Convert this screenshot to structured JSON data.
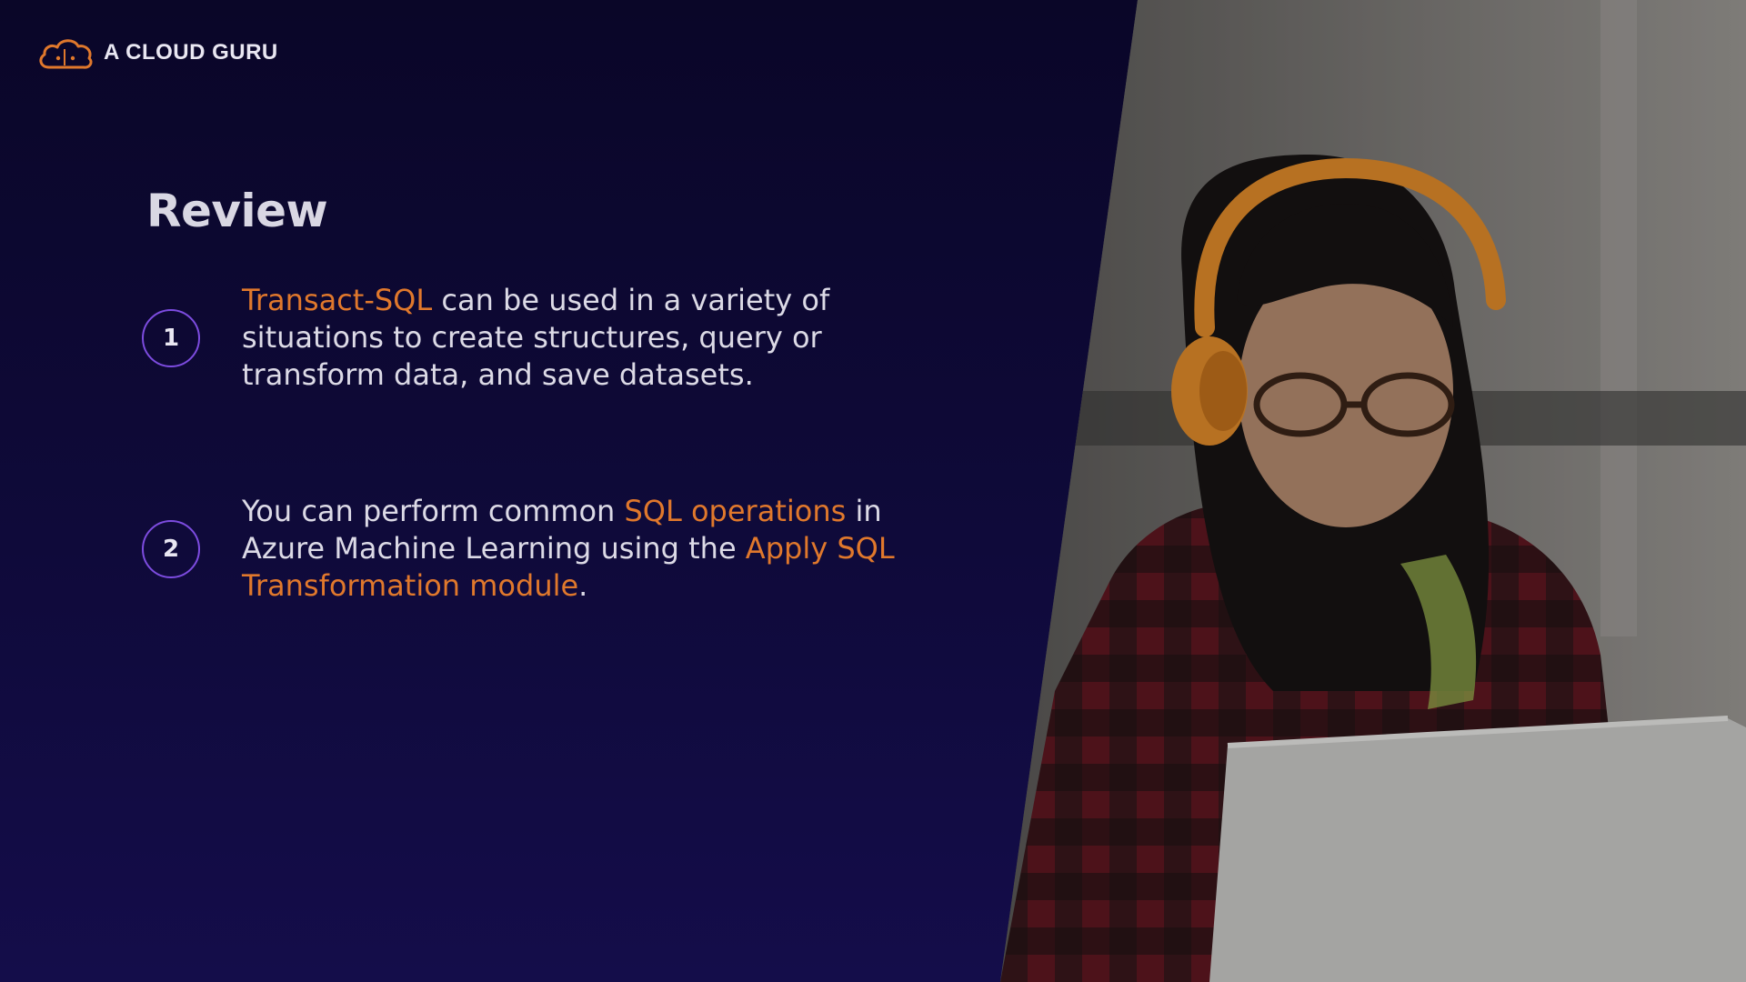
{
  "brand": {
    "name": "A CLOUD GURU",
    "icon": "cloud-logo-icon",
    "accent": "#e0782c"
  },
  "title": "Review",
  "points": [
    {
      "number": "1",
      "segments": [
        {
          "text": "Transact-SQL",
          "highlight": true
        },
        {
          "text": " can be used in a variety of situations to create structures, query or transform data, and save datasets.",
          "highlight": false
        }
      ]
    },
    {
      "number": "2",
      "segments": [
        {
          "text": "You can perform common ",
          "highlight": false
        },
        {
          "text": "SQL operations",
          "highlight": true
        },
        {
          "text": " in Azure Machine Learning using the ",
          "highlight": false
        },
        {
          "text": "Apply SQL Transformation module",
          "highlight": true
        },
        {
          "text": ".",
          "highlight": false
        }
      ]
    }
  ],
  "photo": {
    "subject": "person-with-headphones-at-laptop"
  },
  "colors": {
    "background": "#0f0a3a",
    "badge_ring": "#7d4ce0",
    "headphones": "#e08a2a"
  }
}
